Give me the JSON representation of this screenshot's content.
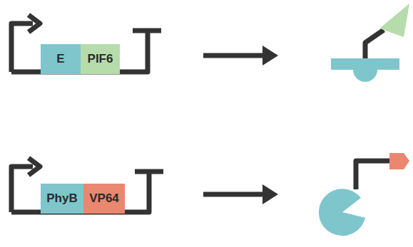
{
  "diagram": {
    "nodes": [
      {
        "text": [
          "E"
        ]
      },
      {
        "text": [
          "PIF6"
        ]
      },
      {
        "text": [
          "PhyB"
        ]
      },
      {
        "text": [
          "VP64"
        ]
      }
    ]
  }
}
